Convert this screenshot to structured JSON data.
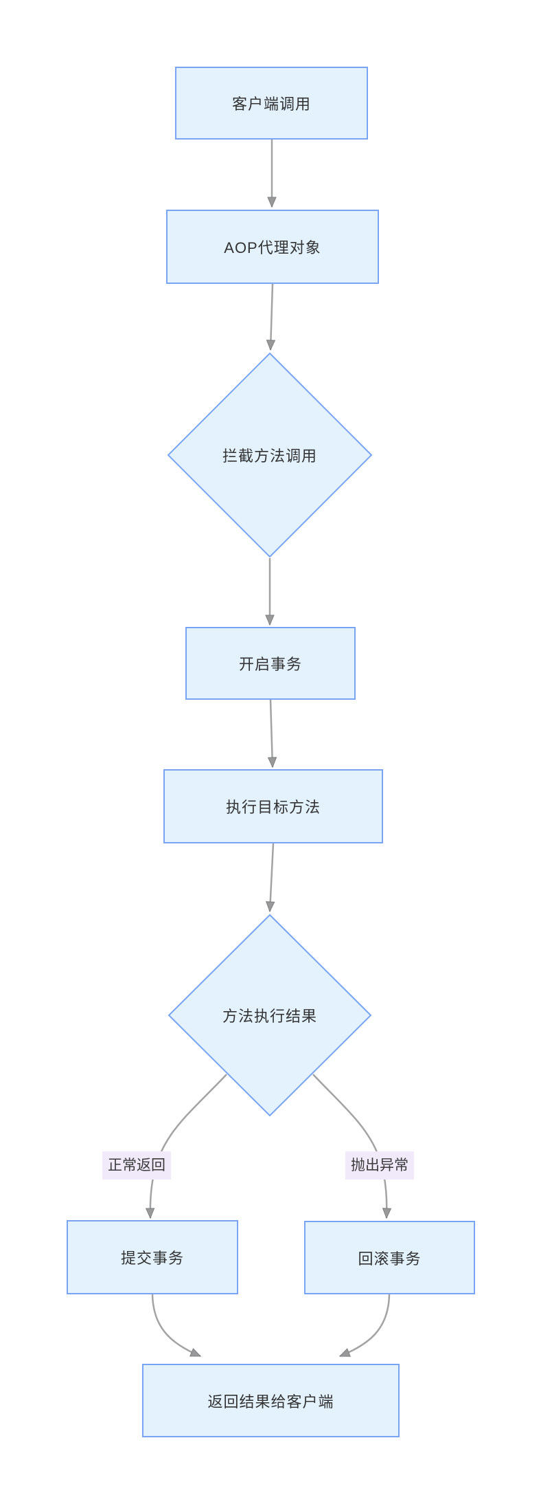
{
  "diagram": {
    "type": "flowchart",
    "title": "AOP transaction proxy flow",
    "colors": {
      "node_fill": "#e3f2fd",
      "node_border": "#78a4f3",
      "connector": "#a3a3a3",
      "arrowhead": "#999999",
      "text": "#333333",
      "edge_label_bg": "#f1eafa",
      "background": "#ffffff"
    },
    "nodes": [
      {
        "id": "client-call",
        "shape": "rect",
        "label": "客户端调用"
      },
      {
        "id": "aop-proxy",
        "shape": "rect",
        "label": "AOP代理对象"
      },
      {
        "id": "intercept-method-call",
        "shape": "diamond",
        "label": "拦截方法调用"
      },
      {
        "id": "begin-transaction",
        "shape": "rect",
        "label": "开启事务"
      },
      {
        "id": "execute-target-method",
        "shape": "rect",
        "label": "执行目标方法"
      },
      {
        "id": "method-execution-result",
        "shape": "diamond",
        "label": "方法执行结果"
      },
      {
        "id": "commit-transaction",
        "shape": "rect",
        "label": "提交事务"
      },
      {
        "id": "rollback-transaction",
        "shape": "rect",
        "label": "回滚事务"
      },
      {
        "id": "return-result-to-client",
        "shape": "rect",
        "label": "返回结果给客户端"
      }
    ],
    "edges": [
      {
        "from": "client-call",
        "to": "aop-proxy",
        "label": ""
      },
      {
        "from": "aop-proxy",
        "to": "intercept-method-call",
        "label": ""
      },
      {
        "from": "intercept-method-call",
        "to": "begin-transaction",
        "label": ""
      },
      {
        "from": "begin-transaction",
        "to": "execute-target-method",
        "label": ""
      },
      {
        "from": "execute-target-method",
        "to": "method-execution-result",
        "label": ""
      },
      {
        "from": "method-execution-result",
        "to": "commit-transaction",
        "label": "正常返回"
      },
      {
        "from": "method-execution-result",
        "to": "rollback-transaction",
        "label": "抛出异常"
      },
      {
        "from": "commit-transaction",
        "to": "return-result-to-client",
        "label": ""
      },
      {
        "from": "rollback-transaction",
        "to": "return-result-to-client",
        "label": ""
      }
    ]
  }
}
